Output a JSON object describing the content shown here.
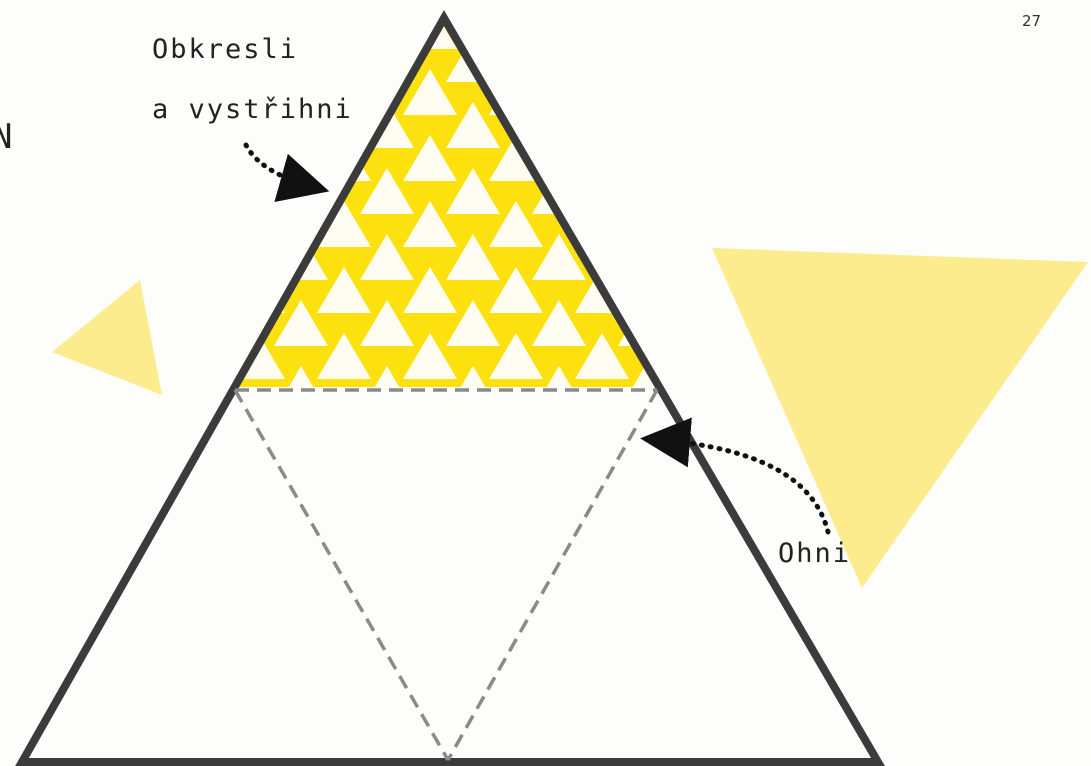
{
  "page": {
    "number": "27",
    "edge_letter": "N"
  },
  "annotations": {
    "cut_line1": "Obkresli",
    "cut_line2": "a vystřihni",
    "fold": "Ohni"
  },
  "colors": {
    "pattern_yellow": "#fde10f",
    "soft_yellow": "#fbe97a",
    "outline": "#3b3b3b",
    "fold_line": "#8a8a8a",
    "text": "#222222"
  },
  "template": {
    "shape": "triangle-net",
    "panels": 4,
    "patterned_panel": "top",
    "pattern": "white-triangles-on-yellow"
  }
}
